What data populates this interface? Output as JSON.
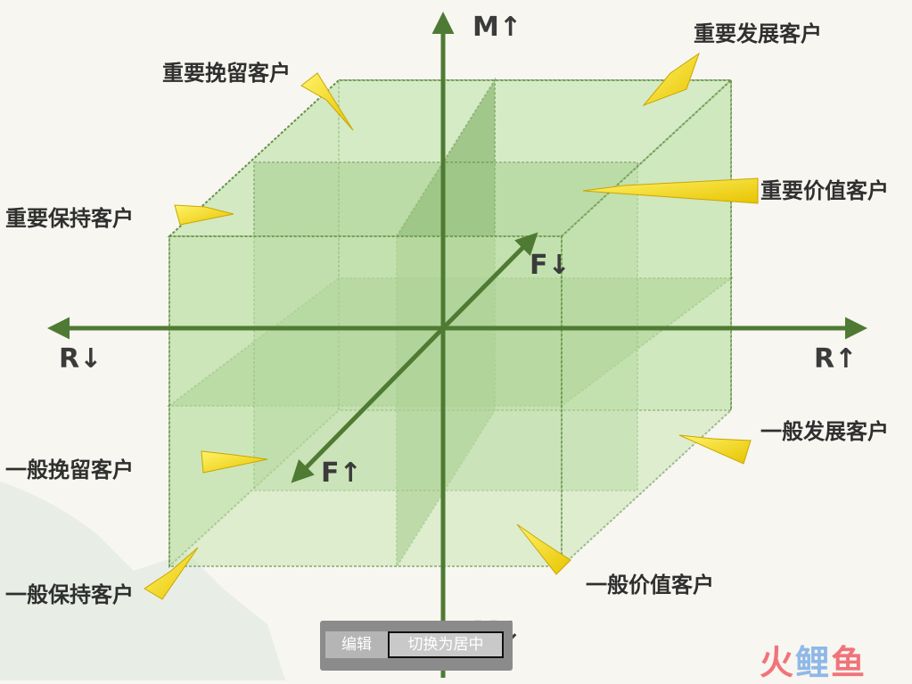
{
  "axes": {
    "m_up": "M↑",
    "m_down": "M↓",
    "r_left": "R↓",
    "r_right": "R↑",
    "f_back": "F↓",
    "f_front": "F↑"
  },
  "segments": {
    "important_develop": "重要发展客户",
    "important_retain": "重要挽留客户",
    "important_keep": "重要保持客户",
    "important_value": "重要价值客户",
    "general_develop": "一般发展客户",
    "general_retain": "一般挽留客户",
    "general_keep": "一般保持客户",
    "general_value": "一般价值客户"
  },
  "overlay": {
    "edit_label": "编辑",
    "center_label": "切换为居中"
  },
  "watermark": {
    "part1": "火",
    "part2": "鲤",
    "part3": "鱼"
  },
  "colors": {
    "cube_fill": "#c8e6b4",
    "cube_edge": "#5a8a3c",
    "axis": "#4f7a34",
    "arrow": "#f0d400"
  }
}
